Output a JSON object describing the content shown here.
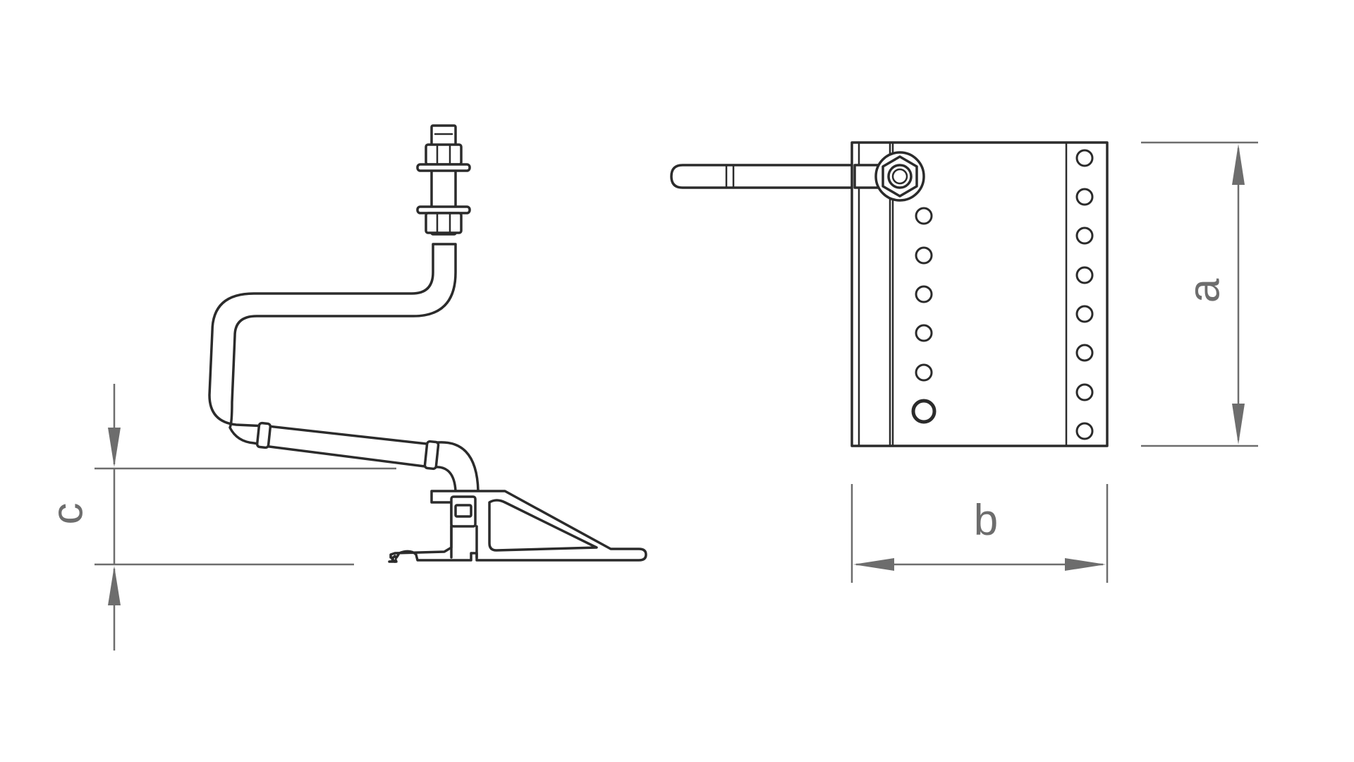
{
  "diagram": {
    "labels": {
      "a": "a",
      "b": "b",
      "c": "c"
    },
    "colors": {
      "part_stroke": "#2b2b2b",
      "dimension": "#6d6d6d",
      "background": "#ffffff"
    }
  }
}
